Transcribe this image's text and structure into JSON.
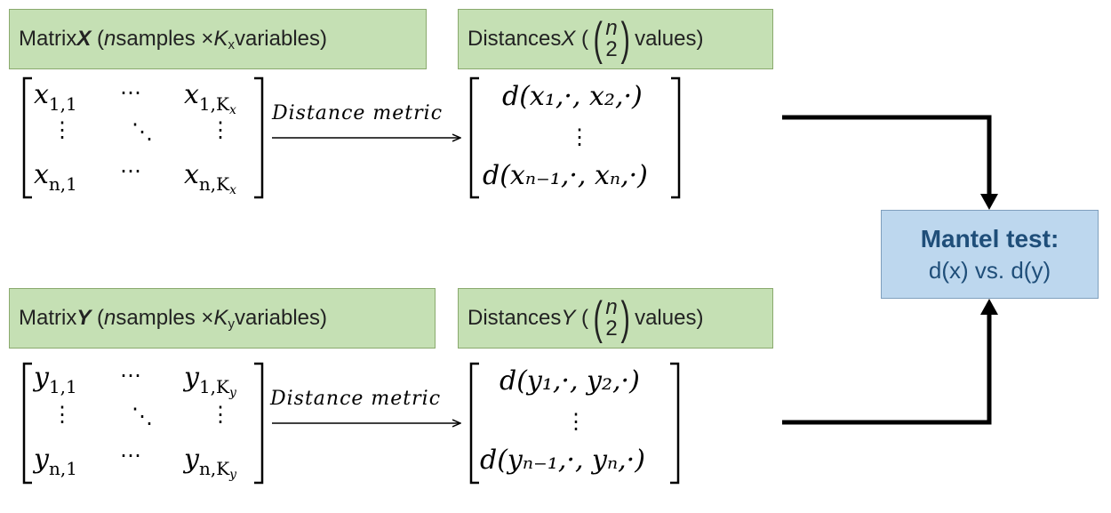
{
  "top": {
    "matrix_box": {
      "prefix": "Matrix ",
      "letter": "X",
      "n": "n",
      "mid": " samples × ",
      "K": "K",
      "K_sub": "x",
      "suffix": " variables)"
    },
    "dist_box": {
      "prefix": "Distances ",
      "letter": "X",
      "binom_top": "n",
      "binom_bottom": "2",
      "suffix": " values)"
    },
    "matrix": {
      "r1c1": "x",
      "r1c1_sub": "1,1",
      "r1c3": "x",
      "r1c3_sub": "1,K",
      "r1c3_subsub": "x",
      "rnc1": "x",
      "rnc1_sub": "n,1",
      "rnc3": "x",
      "rnc3_sub": "n,K",
      "rnc3_subsub": "x"
    },
    "metric_label": "Distance metric",
    "dist_vector": {
      "first": "d(x₁,·, x₂,·)",
      "last": "d(xₙ₋₁,·, xₙ,·)"
    }
  },
  "bottom": {
    "matrix_box": {
      "prefix": "Matrix ",
      "letter": "Y",
      "n": "n",
      "mid": " samples × ",
      "K": "K",
      "K_sub": "y",
      "suffix": " variables)"
    },
    "dist_box": {
      "prefix": "Distances ",
      "letter": "Y",
      "binom_top": "n",
      "binom_bottom": "2",
      "suffix": " values)"
    },
    "matrix": {
      "r1c1": "y",
      "r1c1_sub": "1,1",
      "r1c3": "y",
      "r1c3_sub": "1,K",
      "r1c3_subsub": "y",
      "rnc1": "y",
      "rnc1_sub": "n,1",
      "rnc3": "y",
      "rnc3_sub": "n,K",
      "rnc3_subsub": "y"
    },
    "metric_label": "Distance metric",
    "dist_vector": {
      "first": "d(y₁,·, y₂,·)",
      "last": "d(yₙ₋₁,·, yₙ,·)"
    }
  },
  "mantel": {
    "title": "Mantel test:",
    "subtitle": "d(x) vs. d(y)"
  },
  "colors": {
    "green_box": "#c5e0b4",
    "blue_box": "#bdd7ee",
    "mantel_text": "#1f4e79"
  }
}
